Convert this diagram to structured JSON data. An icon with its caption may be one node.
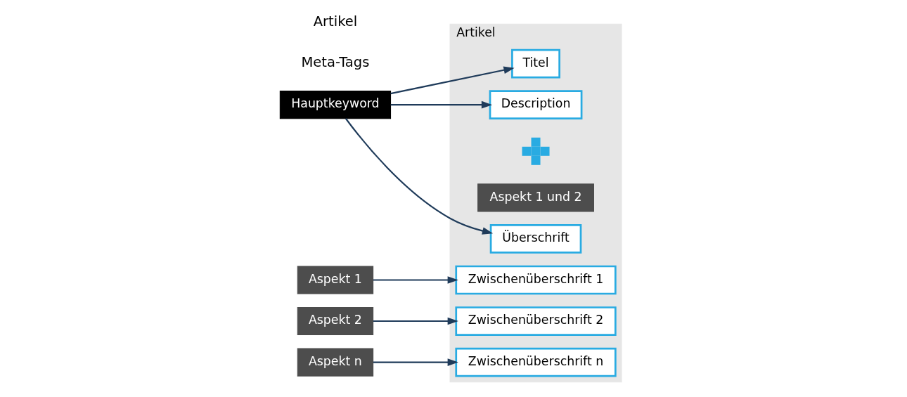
{
  "diagram": {
    "nodes": [
      {
        "text": [
          "Hauptkeyword"
        ]
      },
      {
        "text": [
          "Aspekt 1"
        ]
      },
      {
        "text": [
          "Aspekt 2"
        ]
      },
      {
        "text": [
          "Aspekt n"
        ]
      },
      {
        "text": [
          "Artikel"
        ]
      },
      {
        "text": [
          "Titel"
        ],
        "in": 4
      },
      {
        "text": [
          "Description"
        ],
        "in": 4
      },
      {
        "text": [],
        "shape": "cross",
        "in": 4
      },
      {
        "text": [
          "Aspekt 1 und 2"
        ],
        "in": 4
      },
      {
        "text": [
          "Überschrift"
        ],
        "in": 4
      },
      {
        "text": [
          "Zwischenüberschrift 1"
        ],
        "in": 4
      },
      {
        "text": [
          "Zwischenüberschrift 2"
        ],
        "in": 4
      },
      {
        "text": [
          "Zwischenüberschrift n"
        ],
        "in": 4
      }
    ],
    "edges": [
      {
        "from": 0,
        "to": 5,
        "arrow": "to"
      },
      {
        "from": 0,
        "to": 6,
        "arrow": "to"
      },
      {
        "from": 0,
        "to": 9,
        "arrow": "to"
      },
      {
        "from": 1,
        "to": 10,
        "arrow": "to"
      },
      {
        "from": 2,
        "to": 11,
        "arrow": "to"
      },
      {
        "from": 3,
        "to": 12,
        "arrow": "to"
      }
    ],
    "labels": [
      "Meta-Tags",
      "Artikel"
    ]
  }
}
